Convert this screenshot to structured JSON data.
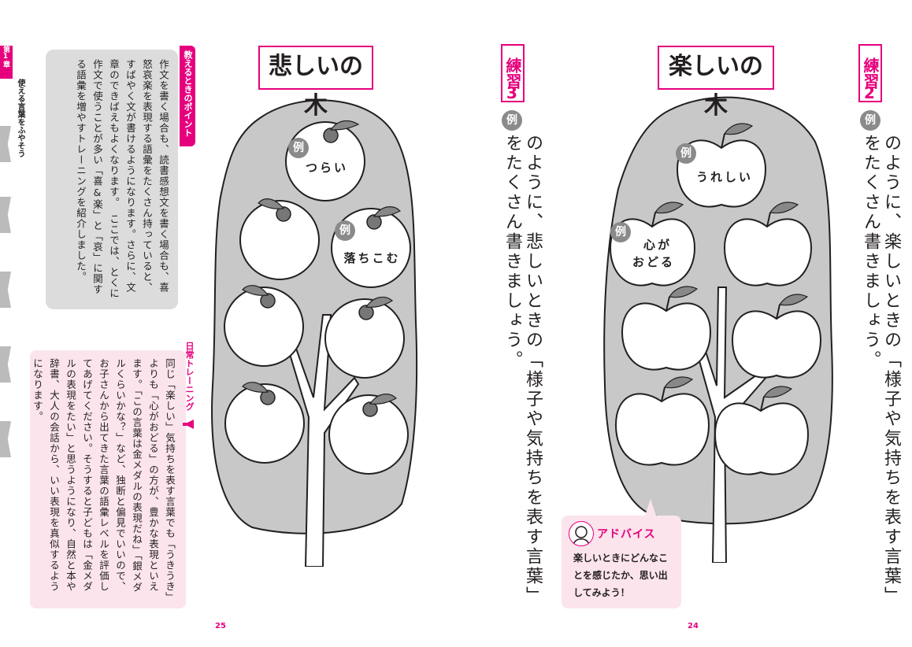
{
  "chapter": {
    "tab_label": "第1章",
    "title": "使える言葉をふやそう"
  },
  "teach_panel": {
    "heading": "教えるときのポイント",
    "text": "作文を書く場合も、読書感想文を書く場合も、喜怒哀楽を表現する語彙をたくさん持っていると、すばやく文が書けるようになります。さらに、文章のできばえもよくなります。　ここでは、とくに作文で使うことが多い「喜&楽」と「哀」に関する語彙を増やすトレーニングを紹介しました。"
  },
  "daily_panel": {
    "heading": "日常トレーニング",
    "text": "同じ「楽しい」気持ちを表す言葉でも「うきうき」よりも「心がおどる」の方が、豊かな表現といえます。「この言葉は金メダルの表現だね」「銀メダルくらいかな？」など、独断と偏見でいいので、お子さんから出てきた言葉の語彙レベルを評価してあげてください。そうすると子どもは「金メダルの表現をたい」と思うようになり、自然と本や辞書、大人の会話から、いい表現を真似するようになります。"
  },
  "left_page": {
    "title": "悲しいの木",
    "exercise_label": "練習",
    "exercise_number": "3",
    "instruction": "のように、悲しいときの「様子や気持ちを表す言葉」をたくさん書きましょう。",
    "example_badge": "例",
    "examples": [
      "つらい",
      "落ちこむ"
    ],
    "page_number": "25"
  },
  "right_page": {
    "title": "楽しいの木",
    "exercise_label": "練習",
    "exercise_number": "2",
    "instruction": "のように、楽しいときの「様子や気持ちを表す言葉」をたくさん書きましょう。",
    "example_badge": "例",
    "examples": [
      "うれしい",
      "心が",
      "おどる"
    ],
    "advice_heading": "アドバイス",
    "advice_text": "楽しいときにどんなことを感じたか、思い出してみよう！",
    "page_number": "24"
  },
  "colors": {
    "accent": "#e6007e",
    "tree_gray": "#c8c8c8",
    "panel_gray": "#dcdcdc",
    "panel_pink": "#fbe4ec"
  }
}
